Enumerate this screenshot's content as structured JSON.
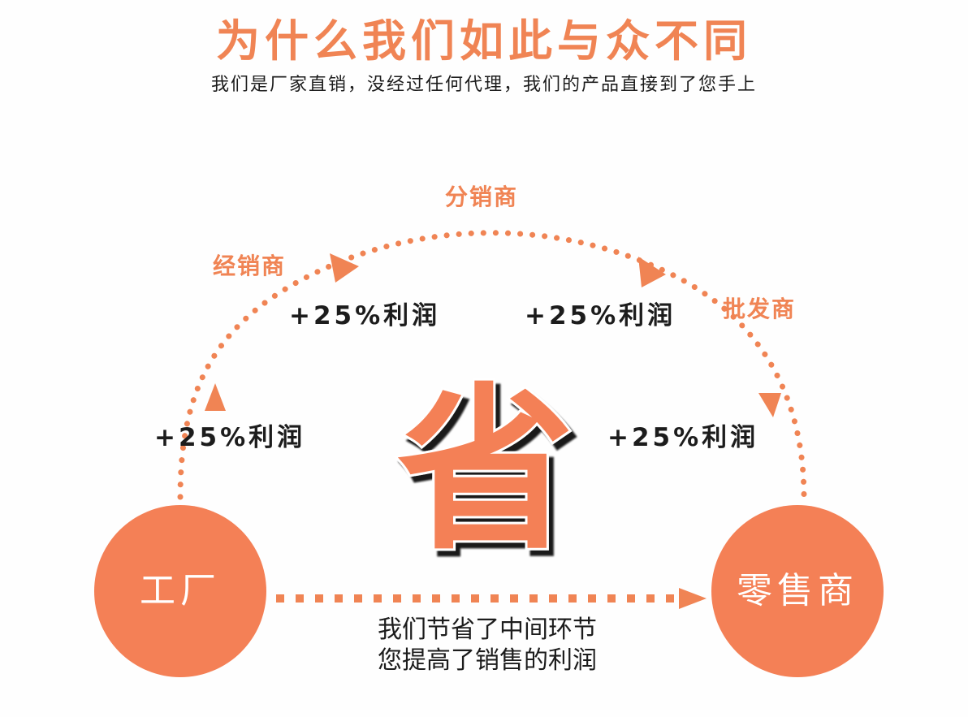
{
  "title": "为什么我们如此与众不同",
  "subtitle": "我们是厂家直销，没经过任何代理，我们的产品直接到了您手上",
  "center_char": "省",
  "nodes": {
    "factory": "工厂",
    "retailer": "零售商",
    "distributor": "经销商",
    "sub_distributor": "分销商",
    "wholesaler": "批发商"
  },
  "profits": {
    "left_lower": "+25%利润",
    "left_upper": "+25%利润",
    "right_upper": "+25%利润",
    "right_lower": "+25%利润"
  },
  "bottom_text": {
    "line1": "我们节省了中间环节",
    "line2": "您提高了销售的利润"
  },
  "colors": {
    "accent": "#f08454",
    "circle": "#f48056",
    "text": "#1c1c1c"
  }
}
